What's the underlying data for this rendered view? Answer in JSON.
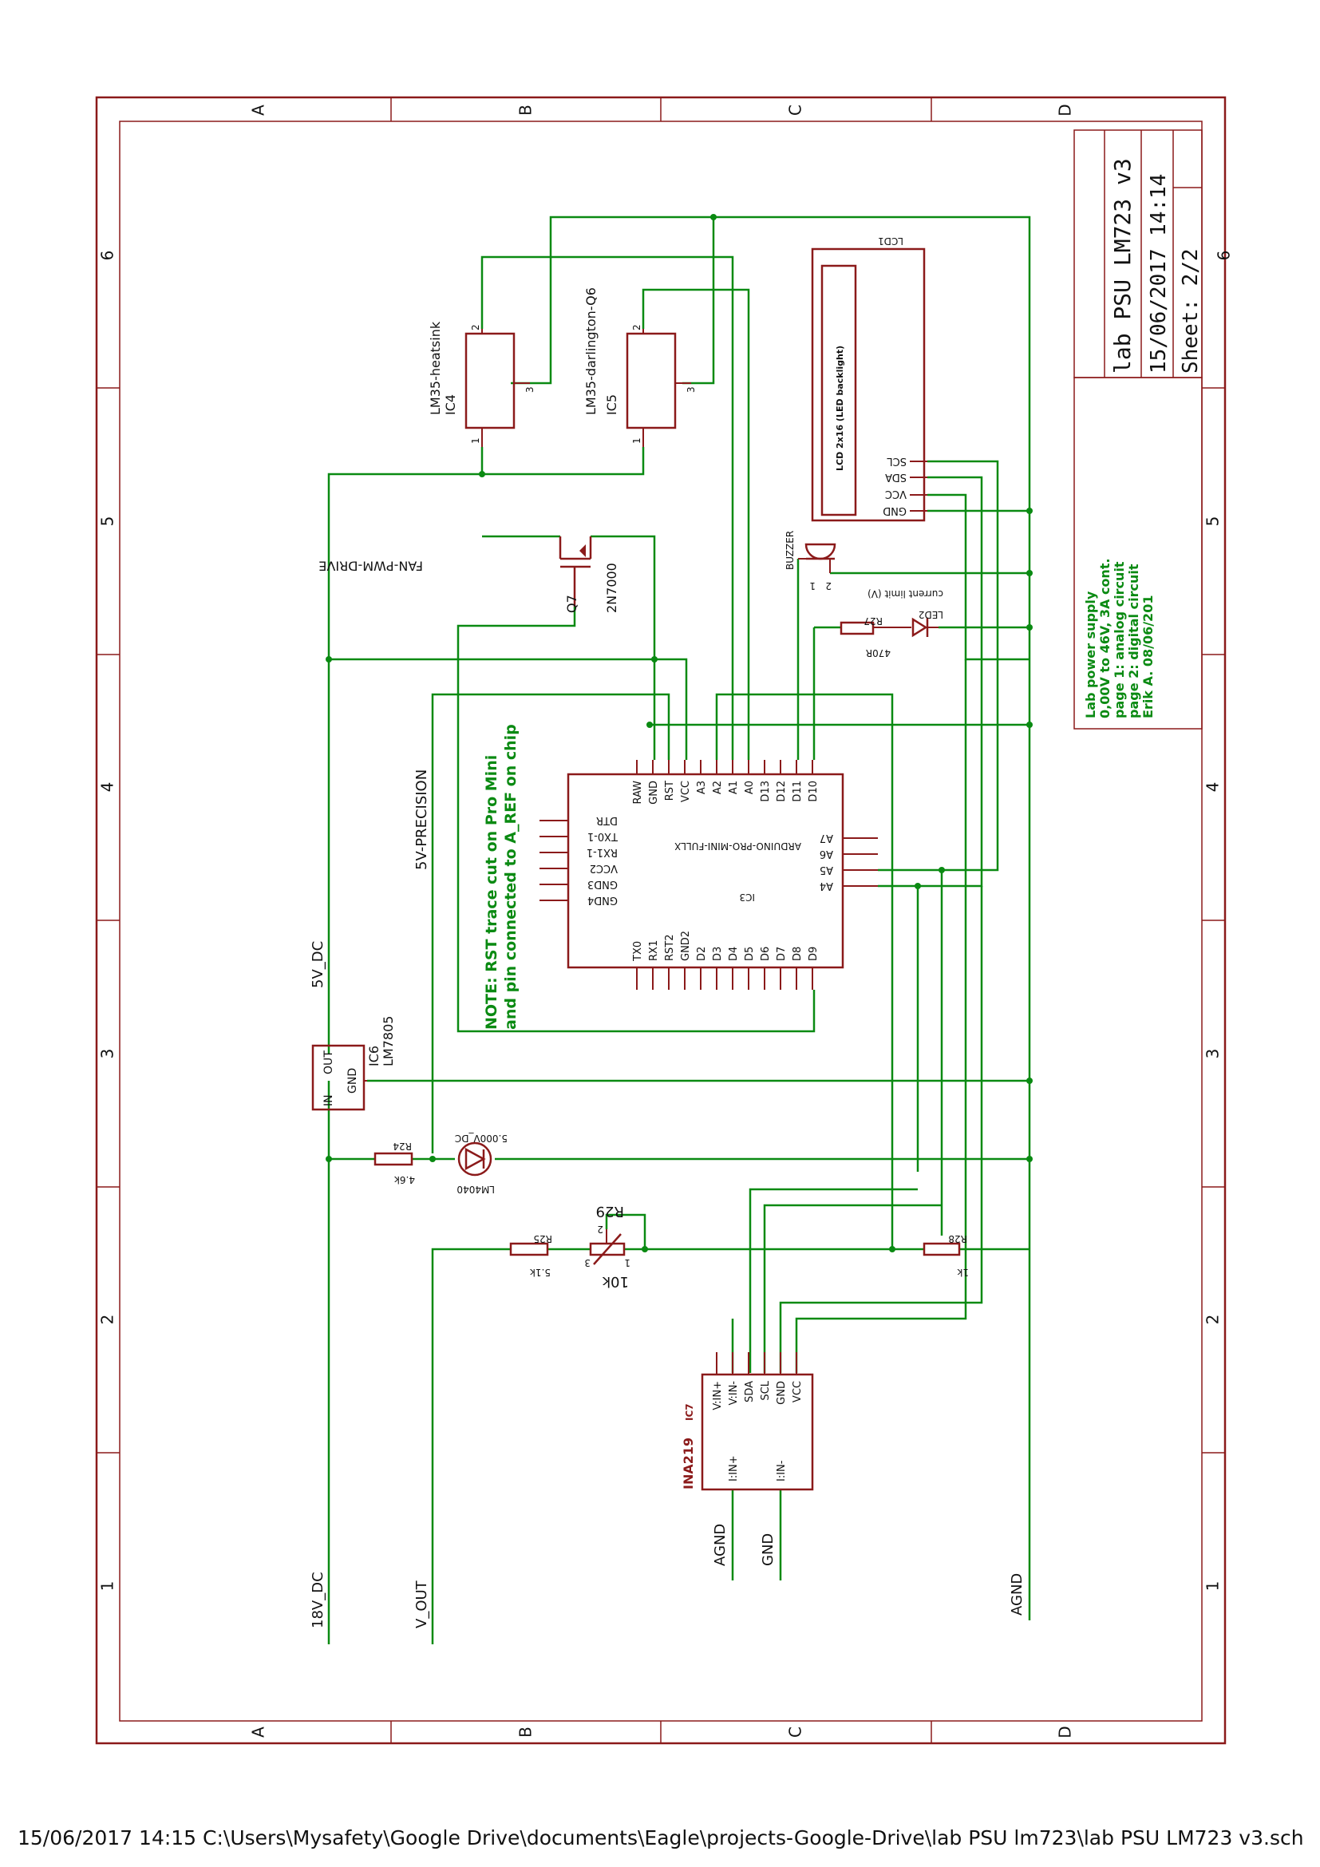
{
  "frame": {
    "columns": [
      "A",
      "B",
      "C",
      "D"
    ],
    "rows": [
      "6",
      "5",
      "4",
      "3",
      "2",
      "1"
    ]
  },
  "title_block": {
    "title": "lab PSU LM723 v3",
    "date": "15/06/2017 14:14",
    "sheet": "Sheet: 2/2",
    "number": "6"
  },
  "notes_block": {
    "lines": [
      "Lab power supply",
      "0,00V to 46V, 3A cont.",
      "page 1: analog circuit",
      "page 2: digital circuit",
      "Erik A. 08/06/201"
    ]
  },
  "note": {
    "line1": "NOTE: RST trace cut on Pro Mini",
    "line2": "and pin connected to A_REF on chip"
  },
  "nets": {
    "v18": "18V_DC",
    "v5": "5V_DC",
    "vout": "V_OUT",
    "agnd_right": "AGND",
    "agnd_ina": "AGND",
    "gnd_ina": "GND",
    "precision": "5V-PRECISION",
    "fan": "FAN-PWM-DRIVE"
  },
  "parts": {
    "ic4": {
      "name": "IC4",
      "value": "LM35-heatsink",
      "pins": [
        "1",
        "2",
        "3"
      ]
    },
    "ic5": {
      "name": "IC5",
      "value": "LM35-darlington-Q6",
      "pins": [
        "1",
        "2",
        "3"
      ]
    },
    "q7": {
      "name": "Q7",
      "value": "2N7000"
    },
    "lcd": {
      "name": "LCD1",
      "body": "LCD 2x16 (LED backlight)",
      "pins": [
        "SCL",
        "SDA",
        "VCC",
        "GND"
      ]
    },
    "buzzer": {
      "name": "BUZZER",
      "pins": [
        "1",
        "2"
      ]
    },
    "r27": {
      "name": "R27",
      "value": "470R"
    },
    "led2": {
      "name": "LED2",
      "desc": "current limit (V)"
    },
    "ic3": {
      "name": "IC3",
      "value": "ARDUINO-PRO-MINI-FULLX",
      "top_pins": [
        "RAW",
        "GND",
        "RST",
        "VCC",
        "A3",
        "A2",
        "A1",
        "A0",
        "D13",
        "D12",
        "D11",
        "D10"
      ],
      "left_pins": [
        "DTR",
        "TX0-1",
        "RX1-1",
        "VCC2",
        "GND3",
        "GND4"
      ],
      "right_pins": [
        "A7",
        "A6",
        "A5",
        "A4"
      ],
      "bottom_pins": [
        "TX0",
        "RX1",
        "RST2",
        "GND2",
        "D2",
        "D3",
        "D4",
        "D5",
        "D6",
        "D7",
        "D8",
        "D9"
      ]
    },
    "ic6": {
      "name": "IC6",
      "value": "LM7805",
      "pins": [
        "IN",
        "OUT",
        "GND"
      ]
    },
    "r24": {
      "name": "R24",
      "value": "4.6k"
    },
    "lm4040": {
      "name": "LM4040",
      "value": "5.000V_DC"
    },
    "r25": {
      "name": "R25",
      "value": "5.1k"
    },
    "r29": {
      "name": "R29",
      "value": "10k",
      "pins": [
        "1",
        "2",
        "3"
      ]
    },
    "r28": {
      "name": "R28",
      "value": "1k"
    },
    "ic7": {
      "name": "IC7",
      "value": "INA219",
      "pins_a": [
        "V:IN+",
        "V:IN-",
        "SDA",
        "SCL",
        "GND",
        "VCC"
      ],
      "pins_b": [
        "I:IN+",
        "I:IN-"
      ]
    }
  },
  "footer": "15/06/2017 14:15  C:\\Users\\Mysafety\\Google Drive\\documents\\Eagle\\projects-Google-Drive\\lab PSU lm723\\lab PSU LM723 v3.sch",
  "colors": {
    "part": "#8b1a1a",
    "wire": "#0a8a12",
    "text": "#111111"
  }
}
